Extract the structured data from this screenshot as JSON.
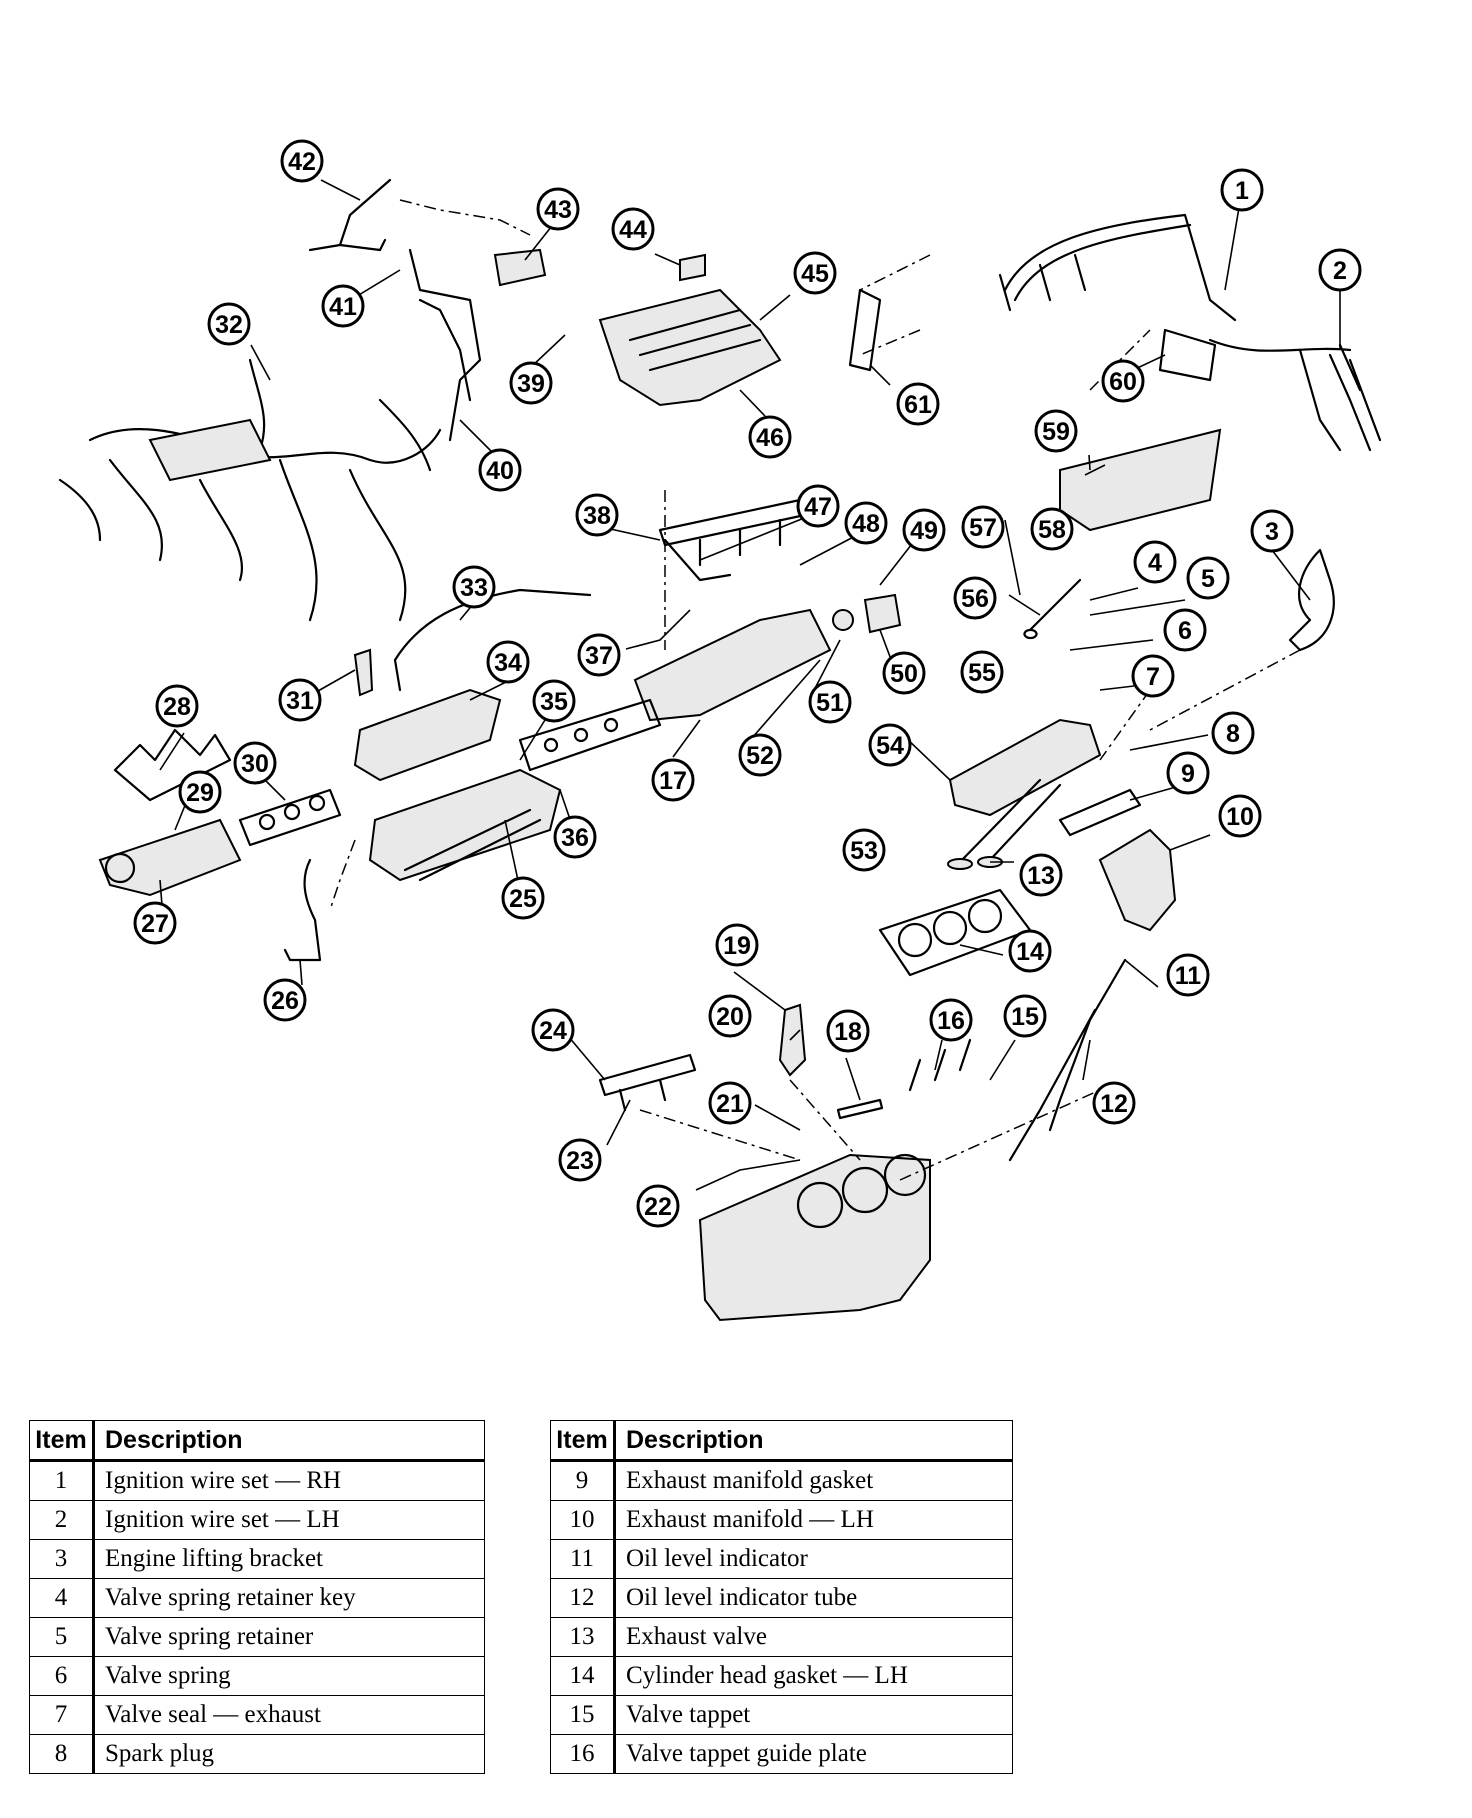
{
  "diagram": {
    "callouts": [
      "1",
      "2",
      "3",
      "4",
      "5",
      "6",
      "7",
      "8",
      "9",
      "10",
      "11",
      "12",
      "13",
      "14",
      "15",
      "16",
      "17",
      "18",
      "19",
      "20",
      "21",
      "22",
      "23",
      "24",
      "25",
      "26",
      "27",
      "28",
      "29",
      "30",
      "31",
      "32",
      "33",
      "34",
      "35",
      "36",
      "37",
      "38",
      "39",
      "40",
      "41",
      "42",
      "43",
      "44",
      "45",
      "46",
      "47",
      "48",
      "49",
      "50",
      "51",
      "52",
      "53",
      "54",
      "55",
      "56",
      "57",
      "58",
      "59",
      "60",
      "61"
    ]
  },
  "legend_left": {
    "header_item": "Item",
    "header_desc": "Description",
    "rows": [
      {
        "item": "1",
        "desc": "Ignition wire set — RH"
      },
      {
        "item": "2",
        "desc": "Ignition wire set — LH"
      },
      {
        "item": "3",
        "desc": "Engine lifting bracket"
      },
      {
        "item": "4",
        "desc": "Valve spring retainer key"
      },
      {
        "item": "5",
        "desc": "Valve spring retainer"
      },
      {
        "item": "6",
        "desc": "Valve spring"
      },
      {
        "item": "7",
        "desc": "Valve seal — exhaust"
      },
      {
        "item": "8",
        "desc": "Spark plug"
      }
    ]
  },
  "legend_right": {
    "header_item": "Item",
    "header_desc": "Description",
    "rows": [
      {
        "item": "9",
        "desc": "Exhaust manifold gasket"
      },
      {
        "item": "10",
        "desc": "Exhaust manifold — LH"
      },
      {
        "item": "11",
        "desc": "Oil level indicator"
      },
      {
        "item": "12",
        "desc": "Oil level indicator tube"
      },
      {
        "item": "13",
        "desc": "Exhaust valve"
      },
      {
        "item": "14",
        "desc": "Cylinder head gasket — LH"
      },
      {
        "item": "15",
        "desc": "Valve tappet"
      },
      {
        "item": "16",
        "desc": "Valve tappet guide plate"
      }
    ]
  }
}
